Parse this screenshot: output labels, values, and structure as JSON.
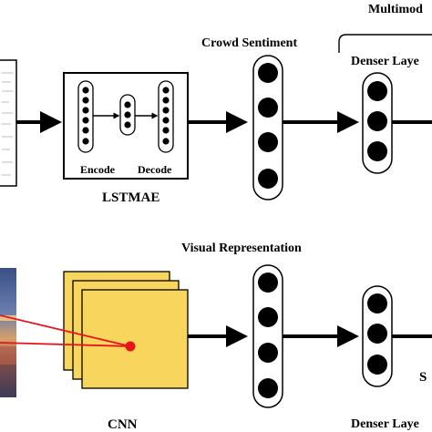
{
  "labels": {
    "multimodal": "Multimod",
    "crowd_sentiment": "Crowd Sentiment",
    "denser_layer_top": "Denser Laye",
    "encode": "Encode",
    "decode": "Decode",
    "lstmae": "LSTMAE",
    "visual_representation": "Visual Representation",
    "cnn": "CNN",
    "denser_layer_bottom": "Denser Laye",
    "s_fragment": "S"
  },
  "colors": {
    "cnn_fill": "#f8d55c",
    "attention_red": "#e8141b",
    "node_fill": "#000000",
    "image_sky": "#6b7fb0",
    "image_water": "#c46a4a"
  }
}
